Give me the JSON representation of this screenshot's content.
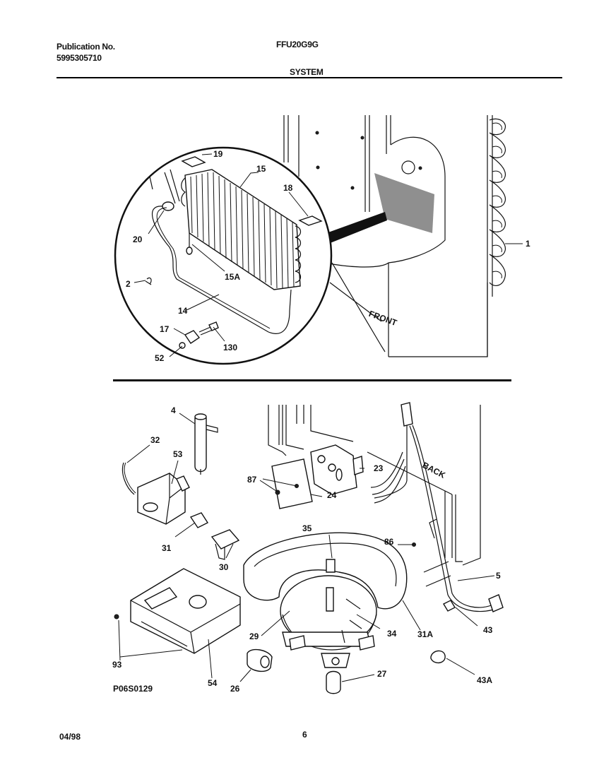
{
  "header": {
    "publication_label": "Publication No.",
    "publication_number": "5995305710",
    "model": "FFU20G9G",
    "section": "SYSTEM"
  },
  "top_diagram": {
    "front_label": "FRONT",
    "callouts": [
      "19",
      "15",
      "18",
      "20",
      "15A",
      "1",
      "2",
      "14",
      "17",
      "130",
      "52"
    ]
  },
  "bottom_diagram": {
    "back_label": "BACK",
    "callouts": [
      "4",
      "32",
      "53",
      "87",
      "23",
      "24",
      "35",
      "86",
      "31",
      "30",
      "5",
      "29",
      "34",
      "31A",
      "43",
      "93",
      "54",
      "26",
      "27",
      "43A"
    ],
    "figure_code": "P06S0129"
  },
  "footer": {
    "date": "04/98",
    "page": "6"
  }
}
